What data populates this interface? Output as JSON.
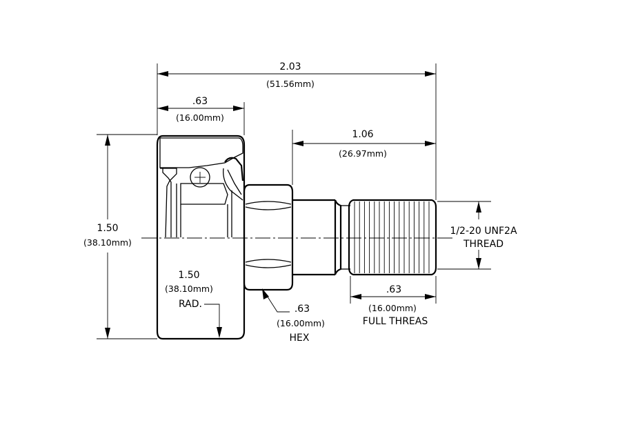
{
  "dimensions": {
    "overall_length": {
      "value": "2.03",
      "metric": "(51.56mm)"
    },
    "roller_width": {
      "value": ".63",
      "metric": "(16.00mm)"
    },
    "stud_length": {
      "value": "1.06",
      "metric": "(26.97mm)"
    },
    "roller_diameter": {
      "value": "1.50",
      "metric": "(38.10mm)"
    },
    "crown_radius": {
      "value": "1.50",
      "metric": "(38.10mm)",
      "note": "RAD."
    },
    "hex_size": {
      "value": ".63",
      "metric": "(16.00mm)",
      "note": "HEX"
    },
    "thread_length": {
      "value": ".63",
      "metric": "(16.00mm)",
      "note": "FULL THREAS"
    },
    "thread": {
      "spec": "1/2-20 UNF2A",
      "note": "THREAD"
    }
  }
}
